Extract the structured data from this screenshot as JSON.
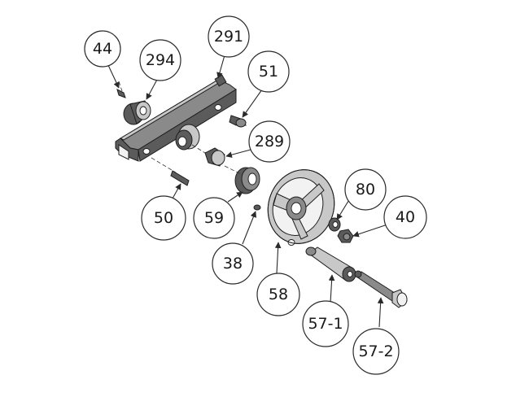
{
  "labels": {
    "p44": "44",
    "p294": "294",
    "p291": "291",
    "p51": "51",
    "p289": "289",
    "p50": "50",
    "p59": "59",
    "p38": "38",
    "p58": "58",
    "p80": "80",
    "p40": "40",
    "p57_1": "57-1",
    "p57_2": "57-2"
  }
}
